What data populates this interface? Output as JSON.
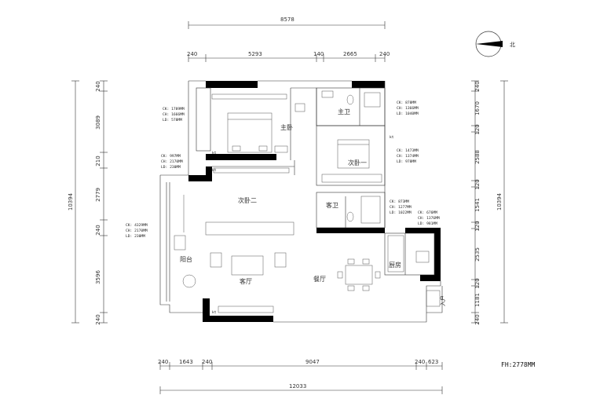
{
  "drawing": {
    "footer_note": "FH:2778MM",
    "compass_label": "北",
    "entry_label": "入户",
    "dims_top_overall": "8578",
    "dims_top_segments": [
      "240",
      "5293",
      "140",
      "2665",
      "240"
    ],
    "dims_left": [
      "240",
      "3089",
      "210",
      "2779",
      "240",
      "3596",
      "240"
    ],
    "dims_left_overall": "10394",
    "dims_right": [
      "240",
      "1670",
      "120",
      "2588",
      "120",
      "1541",
      "120",
      "2535",
      "120",
      "1181",
      "240"
    ],
    "dims_right_overall": "10394",
    "dims_bottom_segments": [
      "240",
      "1643",
      "240",
      "9047",
      "240",
      "623"
    ],
    "dims_bottom_overall": "12033",
    "kt_label": "kt",
    "rooms": [
      {
        "id": "master-bedroom",
        "label": "主卧"
      },
      {
        "id": "master-bath",
        "label": "主卫"
      },
      {
        "id": "second-bedroom-1",
        "label": "次卧一"
      },
      {
        "id": "second-bedroom-2",
        "label": "次卧二"
      },
      {
        "id": "guest-bath",
        "label": "客卫"
      },
      {
        "id": "balcony",
        "label": "阳台"
      },
      {
        "id": "living-room",
        "label": "客厅"
      },
      {
        "id": "dining-room",
        "label": "餐厅"
      },
      {
        "id": "kitchen",
        "label": "厨房"
      }
    ],
    "notes": [
      {
        "id": "note-master",
        "lines": [
          "CK: 1789MM",
          "CH: 1666MM",
          "LD: 578MM"
        ]
      },
      {
        "id": "note-bath",
        "lines": [
          "CK: 878MM",
          "CH: 1366MM",
          "LD: 1040MM"
        ]
      },
      {
        "id": "note-bed2",
        "lines": [
          "CK: 997MM",
          "CH: 2170MM",
          "LD: 230MM"
        ]
      },
      {
        "id": "note-bed1",
        "lines": [
          "CK: 1473MM",
          "CH: 1374MM",
          "LD: 978MM"
        ]
      },
      {
        "id": "note-balcony",
        "lines": [
          "CK: 4329MM",
          "CH: 2170MM",
          "LD: 230MM"
        ]
      },
      {
        "id": "note-guest-bath",
        "lines": [
          "CK: 873MM",
          "CH: 1277MM",
          "LD: 1022MM"
        ]
      },
      {
        "id": "note-kitchen",
        "lines": [
          "CK: 676MM",
          "CH: 1376MM",
          "LD: 981MM"
        ]
      }
    ]
  }
}
